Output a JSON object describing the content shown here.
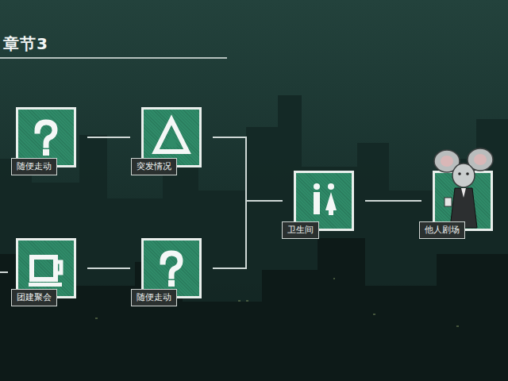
{
  "diagram": {
    "title": "章节3",
    "nodes": [
      {
        "text": [
          "随便走动"
        ]
      },
      {
        "text": [
          "突发情况"
        ]
      },
      {
        "text": [
          "团建聚会"
        ]
      },
      {
        "text": [
          "随便走动"
        ]
      },
      {
        "text": [
          "卫生间"
        ]
      },
      {
        "text": [
          "他人剧场"
        ]
      }
    ],
    "edges": [
      {
        "from": 0,
        "to": 1,
        "arrow": "none"
      },
      {
        "from": 2,
        "to": 3,
        "arrow": "none"
      },
      {
        "from": 1,
        "to": 4,
        "arrow": "none"
      },
      {
        "from": 3,
        "to": 4,
        "arrow": "none"
      },
      {
        "from": 4,
        "to": 5,
        "arrow": "none"
      }
    ]
  }
}
